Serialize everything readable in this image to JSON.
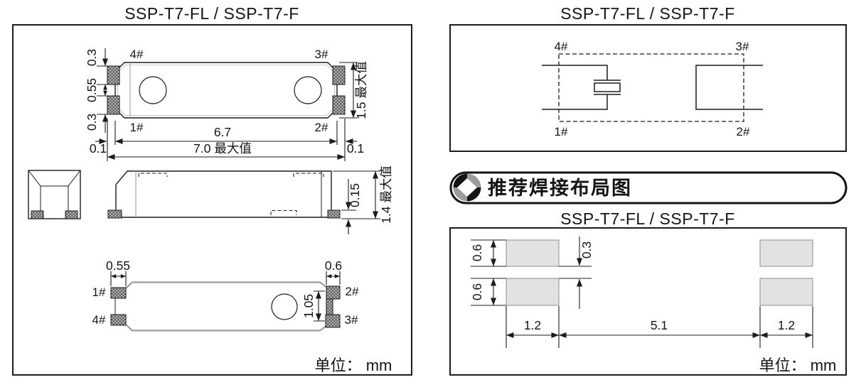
{
  "left_panel": {
    "title": "SSP-T7-FL / SSP-T7-F",
    "unit_note": "单位： mm",
    "top_view": {
      "pin_4": "4#",
      "pin_3": "3#",
      "pin_1": "1#",
      "pin_2": "2#",
      "dim_pad_height_top": "0.3",
      "dim_pad_gap": "0.55",
      "dim_pad_height_bottom": "0.3",
      "dim_inner_width": "6.7",
      "dim_overall_width": "7.0 最大值",
      "dim_overhang_left": "0.1",
      "dim_overhang_right": "0.1",
      "dim_overall_height": "1.5 最大值"
    },
    "side_view": {
      "dim_pad_thickness": "0.15",
      "dim_overall_height": "1.4 最大值"
    },
    "bottom_view": {
      "pin_1": "1#",
      "pin_4": "4#",
      "pin_2": "2#",
      "pin_3": "3#",
      "dim_pad_width_left": "0.55",
      "dim_pad_width_right": "0.6",
      "dim_castellation": "1.05"
    }
  },
  "right_panel": {
    "connection_diagram": {
      "title": "SSP-T7-FL / SSP-T7-F",
      "pin_4": "4#",
      "pin_3": "3#",
      "pin_1": "1#",
      "pin_2": "2#"
    },
    "banner_label": "推荐焊接布局图",
    "solder_layout": {
      "title": "SSP-T7-FL / SSP-T7-F",
      "unit_note": "单位： mm",
      "dim_pad_height_top": "0.6",
      "dim_pad_height_bottom": "0.6",
      "dim_row_gap": "0.3",
      "dim_left_pad_width": "1.2",
      "dim_pad_spacing": "5.1",
      "dim_right_pad_width": "1.2"
    }
  },
  "colors": {
    "line": "#1c1c1c",
    "gray_line": "#9c9c9c",
    "hatch_pad_fill": "#c2c2c2",
    "solder_pad_fill": "#e2e2e2"
  }
}
